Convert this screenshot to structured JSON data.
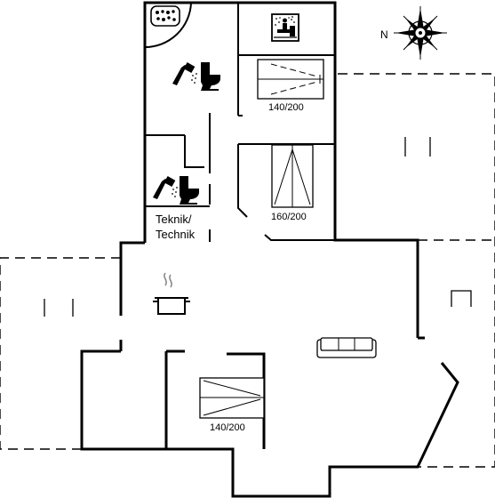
{
  "compass": {
    "north_label": "N"
  },
  "rooms": {
    "bedroom_top": {
      "bed_size": "140/200"
    },
    "bedroom_mid": {
      "bed_size": "160/200"
    },
    "bedroom_bottom": {
      "bed_size": "140/200"
    },
    "technik": {
      "line1": "Teknik/",
      "line2": "Technik"
    }
  },
  "icons": {
    "spa": "whirlpool-icon",
    "sauna": "sauna-icon",
    "bathrooms": "shower-toilet-icon",
    "kitchen": "cooking-pot-icon",
    "living": "sofa-icon"
  },
  "colors": {
    "wall": "#000000",
    "background": "#ffffff"
  }
}
